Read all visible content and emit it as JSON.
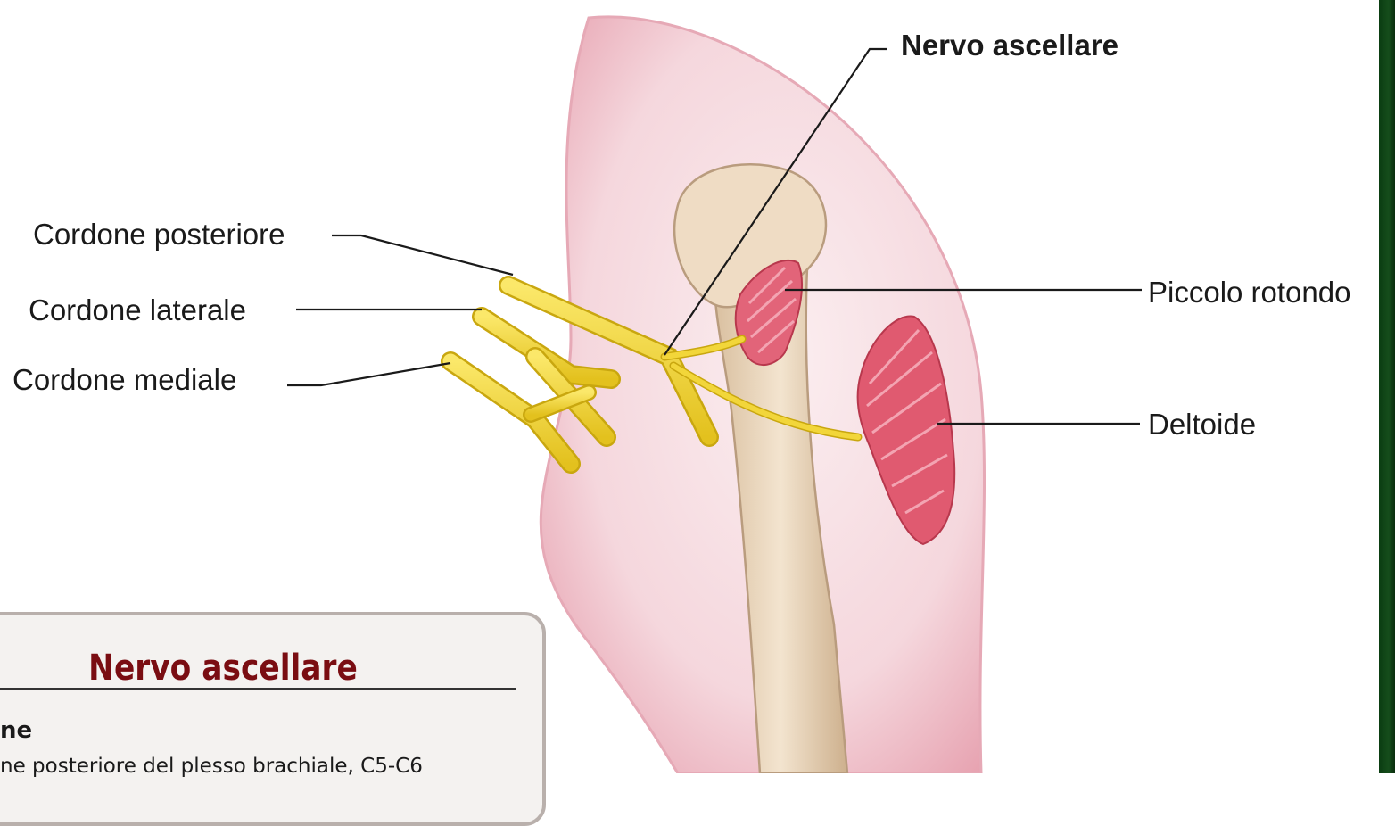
{
  "labels": {
    "nerve_title": "Nervo ascellare",
    "cord_posterior": "Cordone posteriore",
    "cord_lateral": "Cordone laterale",
    "cord_medial": "Cordone mediale",
    "teres_minor": "Piccolo rotondo",
    "deltoid": "Deltoide"
  },
  "info_box": {
    "title": "Nervo ascellare",
    "heading": "ne",
    "line": "ne posteriore del plesso brachiale, C5-C6"
  },
  "colors": {
    "skin": "#f6dde2",
    "skin_edge": "#d98a9c",
    "bone": "#efdcc4",
    "bone_edge": "#b99c7e",
    "nerve": "#f2d63a",
    "nerve_edge": "#c9a70f",
    "muscle": "#e05a70",
    "info_title": "#7a0d12",
    "frame_green": "#0b3d12"
  }
}
